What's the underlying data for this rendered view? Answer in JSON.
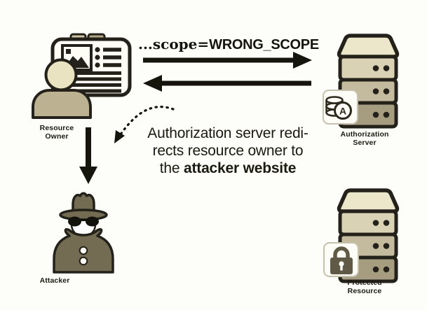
{
  "nodes": {
    "resource_owner": {
      "label": "Resource Owner"
    },
    "authorization_server": {
      "label": "Authorization Server",
      "badge_letter": "A"
    },
    "attacker": {
      "label": "Attacker"
    },
    "protected_resource": {
      "label": "Protected Resource"
    }
  },
  "messages": {
    "scope_request": {
      "prefix": "...scope=",
      "value": "WRONG_SCOPE"
    }
  },
  "annotation": {
    "line1": "Authorization server redi-",
    "line2": "rects resource owner to",
    "line3_normal": "the",
    "line3_bold": "attacker website"
  },
  "icons": {
    "resource_owner": "browser-person-icon",
    "authorization_server": "server-stack-database-icon",
    "attacker": "spy-icon",
    "protected_resource": "server-stack-lock-icon"
  },
  "colors": {
    "background": "#fdfdfa",
    "outline": "#23211a",
    "text": "#1b1a10",
    "server_top": "#ece7cb",
    "server_tier1": "#d9d2b4",
    "server_tier2": "#c4bb9e",
    "server_tier3": "#a69d81",
    "person_head": "#e9e3c2",
    "person_body": "#bcb190",
    "attacker_body": "#736b52",
    "badge_bg": "#fdfcf6"
  }
}
